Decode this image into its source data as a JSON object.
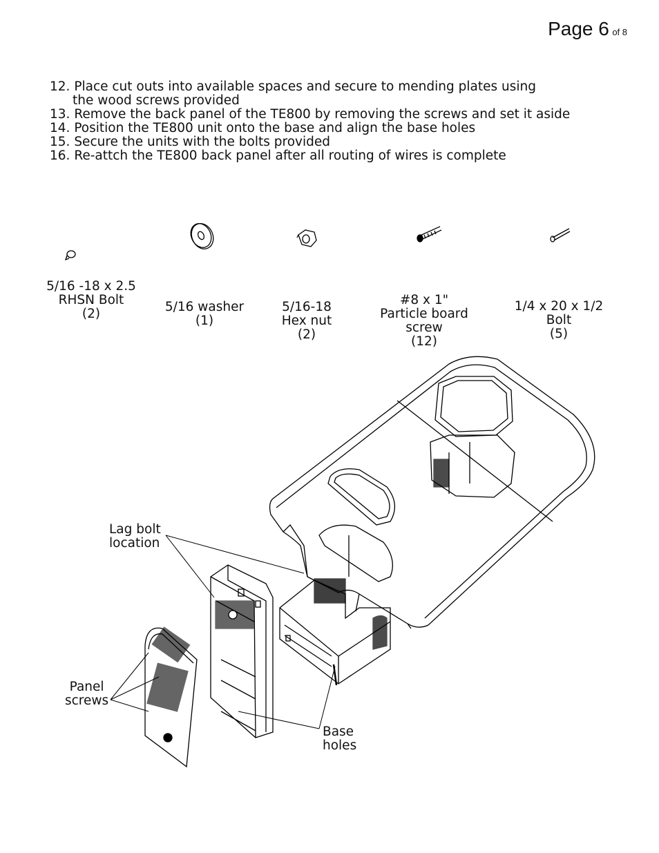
{
  "page": {
    "label": "Page 6",
    "of": "of 8"
  },
  "steps": [
    {
      "num": "12.",
      "text": "Place cut outs into available spaces and secure to mending plates using",
      "cont": "the wood screws provided"
    },
    {
      "num": "13.",
      "text": " Remove the back panel of the TE800 by removing the screws and set it aside"
    },
    {
      "num": "14.",
      "text": " Position the TE800 unit onto the base and align the base holes"
    },
    {
      "num": "15.",
      "text": " Secure the units with the bolts provided"
    },
    {
      "num": "16.",
      "text": " Re-attch the TE800 back panel after all routing of wires is complete"
    }
  ],
  "hardware": [
    {
      "lines": [
        "5/16 -18 x 2.5",
        "RHSN Bolt",
        "(2)"
      ],
      "icon": "rhsn-bolt-icon"
    },
    {
      "lines": [
        "5/16 washer",
        "(1)"
      ],
      "icon": "washer-icon"
    },
    {
      "lines": [
        "5/16-18",
        "Hex nut",
        "(2)"
      ],
      "icon": "hex-nut-icon"
    },
    {
      "lines": [
        "#8 x 1\"",
        "Particle board",
        "screw",
        "(12)"
      ],
      "icon": "wood-screw-icon"
    },
    {
      "lines": [
        "1/4 x 20 x 1/2",
        "Bolt",
        "(5)"
      ],
      "icon": "small-bolt-icon"
    }
  ],
  "callouts": {
    "lag_bolt": [
      "Lag bolt",
      "location"
    ],
    "panel_screws": [
      "Panel",
      "screws"
    ],
    "base_holes": [
      "Base",
      "holes"
    ]
  }
}
